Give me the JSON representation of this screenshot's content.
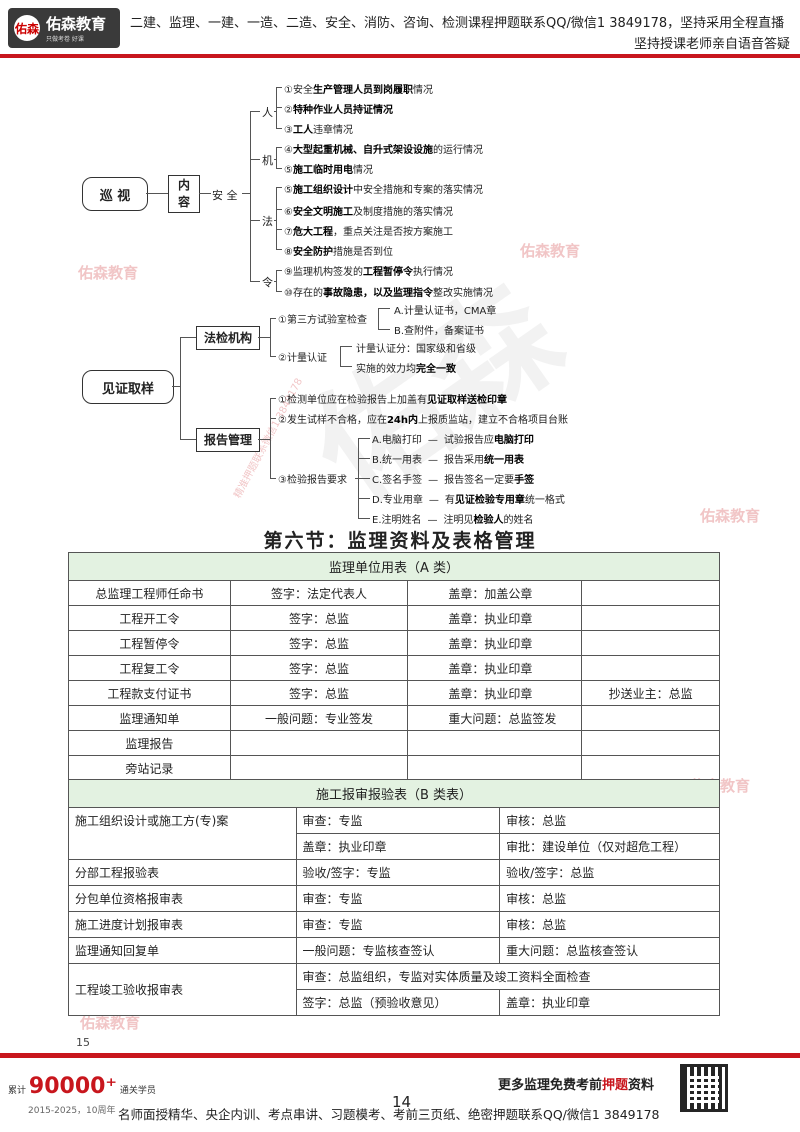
{
  "header": {
    "logo_name": "佑森教育",
    "logo_sub": "只做考卷 好课",
    "seal": "佑森",
    "line1": "二建、监理、一建、一造、二造、安全、消防、咨询、检测课程押题联系QQ/微信1 3849178，坚持采用全程直播",
    "line2": "坚持授课老师亲自语音答疑"
  },
  "watermarks": {
    "brand": "佑森教育",
    "diag": "精准押题联系微信1 3849178"
  },
  "mindmap": {
    "xunshi": {
      "root": "巡 视",
      "content": "内\n容",
      "anquan": "安 全",
      "ren": "人",
      "ji": "机",
      "fa": "法",
      "ling": "令",
      "items": [
        {
          "num": "①",
          "pre": "安全",
          "bold": "生产管理人员到岗履职",
          "post": "情况"
        },
        {
          "num": "②",
          "pre": "",
          "bold": "特种作业人员持证情况",
          "post": ""
        },
        {
          "num": "③",
          "pre": "",
          "bold": "工人",
          "post": "违章情况"
        },
        {
          "num": "④",
          "pre": "",
          "bold": "大型起重机械、自升式架设设施",
          "post": "的运行情况"
        },
        {
          "num": "⑤",
          "pre": "",
          "bold": "施工临时用电",
          "post": "情况"
        },
        {
          "num": "⑤",
          "pre": "",
          "bold": "施工组织设计",
          "post": "中安全措施和专案的落实情况"
        },
        {
          "num": "⑥",
          "pre": "",
          "bold": "安全文明施工",
          "post": "及制度措施的落实情况"
        },
        {
          "num": "⑦",
          "pre": "",
          "bold": "危大工程",
          "post": "，重点关注是否按方案施工"
        },
        {
          "num": "⑧",
          "pre": "",
          "bold": "安全防护",
          "post": "措施是否到位"
        },
        {
          "num": "⑨",
          "pre": "监理机构签发的",
          "bold": "工程暂停令",
          "post": "执行情况"
        },
        {
          "num": "⑩",
          "pre": "存在的",
          "bold": "事故隐患，以及监理指令",
          "post": "整改实施情况"
        }
      ]
    },
    "jianzheng": {
      "root": "见证取样",
      "faj": "法检机构",
      "bg": "报告管理",
      "fj1": "①第三方试验室检查",
      "fj1a": "A.计量认证书，CMA章",
      "fj1b": "B.查附件，备案证书",
      "fj2": "②计量认证",
      "fj2a": "计量认证分：国家级和省级",
      "fj2b_pre": "实施的效力均",
      "fj2b_bold": "完全一致",
      "bg1_pre": "①检测单位应在检验报告上加盖有",
      "bg1_bold": "见证取样送检印章",
      "bg2_pre": "②发生试样不合格，应在",
      "bg2_bold": "24h内",
      "bg2_post": "上报质监站，建立不合格项目台账",
      "bg3": "③检验报告要求",
      "req": [
        {
          "k": "A.电脑打印",
          "pre": "试验报告应",
          "bold": "电脑打印",
          "post": ""
        },
        {
          "k": "B.统一用表",
          "pre": "报告采用",
          "bold": "统一用表",
          "post": ""
        },
        {
          "k": "C.签名手签",
          "pre": "报告签名一定要",
          "bold": "手签",
          "post": ""
        },
        {
          "k": "D.专业用章",
          "pre": "有",
          "bold": "见证检验专用章",
          "post": "统一格式"
        },
        {
          "k": "E.注明姓名",
          "pre": "注明见",
          "bold": "检验人",
          "post": "的姓名"
        }
      ],
      "dash": "—"
    }
  },
  "section_title": "第六节：监理资料及表格管理",
  "table_a": {
    "title": "监理单位用表（A 类）",
    "rows": [
      [
        "总监理工程师任命书",
        "签字：法定代表人",
        "盖章：加盖公章",
        ""
      ],
      [
        "工程开工令",
        "签字：总监",
        "盖章：执业印章",
        ""
      ],
      [
        "工程暂停令",
        "签字：总监",
        "盖章：执业印章",
        ""
      ],
      [
        "工程复工令",
        "签字：总监",
        "盖章：执业印章",
        ""
      ],
      [
        "工程款支付证书",
        "签字：总监",
        "盖章：执业印章",
        "抄送业主：总监"
      ],
      [
        "监理通知单",
        "一般问题：专业签发",
        "重大问题：总监签发",
        ""
      ],
      [
        "监理报告",
        "",
        "",
        ""
      ],
      [
        "旁站记录",
        "",
        "",
        ""
      ]
    ]
  },
  "table_b": {
    "title": "施工报审报验表（B 类表）",
    "rows": [
      [
        "施工组织设计或施工方(专)案",
        "审查：专监",
        "审核：总监"
      ],
      [
        "",
        "盖章：执业印章",
        "审批：建设单位（仅对超危工程）"
      ],
      [
        "分部工程报验表",
        "验收/签字：专监",
        "验收/签字：总监"
      ],
      [
        "分包单位资格报审表",
        "审查：专监",
        "审核：总监"
      ],
      [
        "施工进度计划报审表",
        "审查：专监",
        "审核：总监"
      ],
      [
        "监理通知回复单",
        "一般问题：专监核查签认",
        "重大问题：总监核查签认"
      ],
      [
        "工程竣工验收报审表",
        "审查：总监组织，专监对实体质量及竣工资料全面检查",
        ""
      ],
      [
        "",
        "签字：总监（预验收意见）",
        "盖章：执业印章"
      ]
    ]
  },
  "page_inner": "15",
  "footer": {
    "count_pre": "累计",
    "count": "90000⁺",
    "count_post": "通关学员",
    "years": "2015-2025，10周年",
    "more_pre": "更多监理免费考前",
    "more_red": "押题",
    "more_post": "资料",
    "page": "14",
    "line": "名师面授精华、央企内训、考点串讲、习题模考、考前三页纸、绝密押题联系QQ/微信1 3849178"
  }
}
